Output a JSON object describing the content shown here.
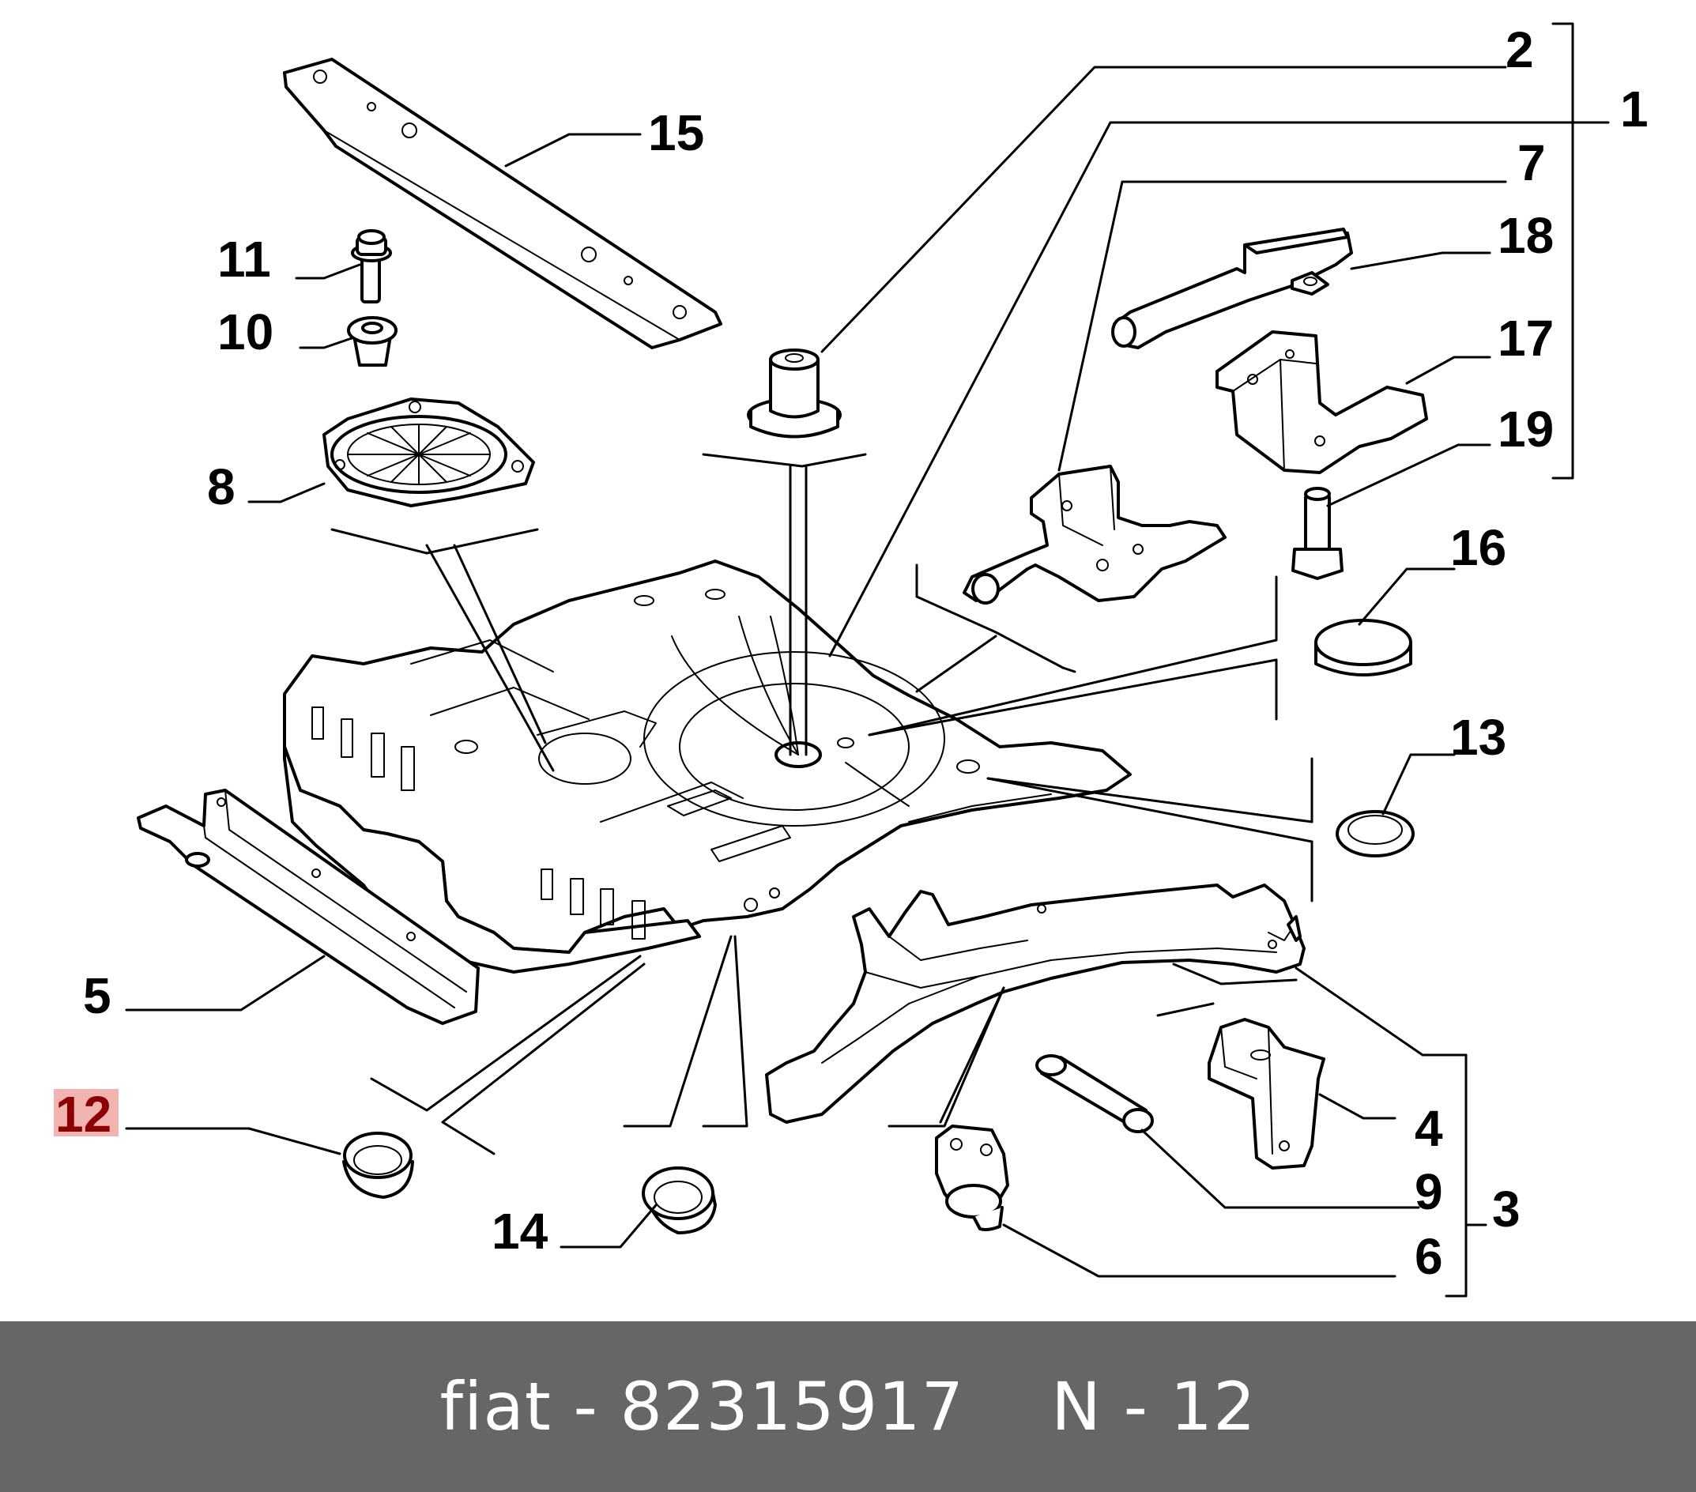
{
  "diagram": {
    "callouts": [
      "1",
      "2",
      "3",
      "4",
      "5",
      "6",
      "7",
      "8",
      "9",
      "10",
      "11",
      "12",
      "13",
      "14",
      "15",
      "16",
      "17",
      "18",
      "19"
    ],
    "highlighted_callout": "12",
    "highlight_color": "#f2b3b3",
    "highlight_text_color": "#8b0000"
  },
  "footer": {
    "brand_part": "fiat - 82315917",
    "ref": "N - 12",
    "background": "#666666"
  }
}
